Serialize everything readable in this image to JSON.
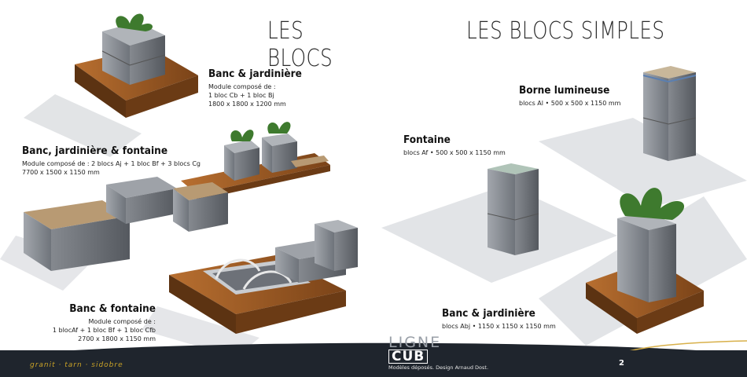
{
  "left_page": {
    "heading": "LES BLOCS",
    "items": [
      {
        "title": "Banc & jardinière",
        "lines": [
          "Module composé de :",
          "1 bloc Cb + 1 bloc Bj",
          "1800 x 1800 x 1200 mm"
        ]
      },
      {
        "title": "Banc, jardinière & fontaine",
        "lines": [
          "Module composé de : 2 blocs Aj + 1 bloc Bf + 3 blocs Cg",
          "7700 x 1500 x 1150 mm"
        ]
      },
      {
        "title": "Banc & fontaine",
        "lines": [
          "Module composé de :",
          "1 blocAf + 1 bloc Bf + 1 bloc Cfb",
          "2700 x 1800 x 1150 mm"
        ]
      }
    ]
  },
  "right_page": {
    "heading": "LES BLOCS SIMPLES",
    "items": [
      {
        "title": "Borne lumineuse",
        "lines": [
          "blocs Al • 500 x 500 x 1150 mm"
        ]
      },
      {
        "title": "Fontaine",
        "lines": [
          "blocs Af • 500 x 500 x 1150 mm"
        ]
      },
      {
        "title": "Banc & jardinière",
        "lines": [
          "blocs Abj • 1150 x 1150 x 1150 mm"
        ]
      }
    ]
  },
  "footer": {
    "brand_tag": "granit · tarn · sidobre",
    "logo_top": "LIGNE",
    "logo_bottom": "CUB",
    "legal": "Modèles déposés. Design Arnaud Dost.",
    "page_number": "2"
  },
  "colors": {
    "footer_bg": "#1f252d",
    "wood": "#a0612a",
    "granite": "#8f939a",
    "accent": "#c9a227"
  }
}
